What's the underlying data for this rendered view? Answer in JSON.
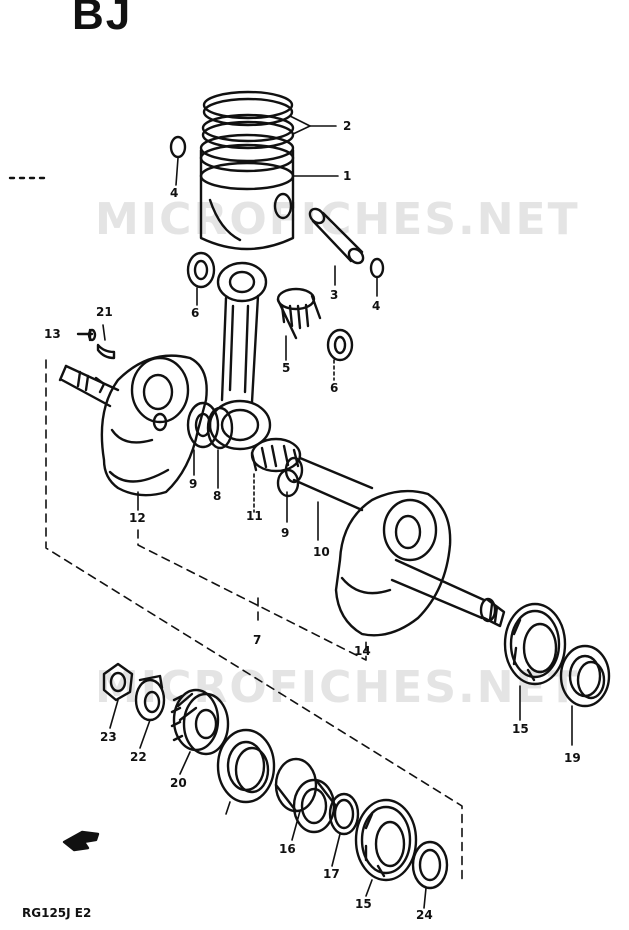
{
  "page": {
    "header_code": "BJ",
    "footer_model": "RG125J E2",
    "watermark_text": "MICROFICHES.NET"
  },
  "labels": {
    "l1": "1",
    "l2": "2",
    "l3": "3",
    "l4a": "4",
    "l4b": "4",
    "l5": "5",
    "l6a": "6",
    "l6b": "6",
    "l7": "7",
    "l8": "8",
    "l9a": "9",
    "l9b": "9",
    "l10": "10",
    "l11": "11",
    "l12": "12",
    "l13": "13",
    "l14": "14",
    "l15a": "15",
    "l15b": "15",
    "l16": "16",
    "l17": "17",
    "l19": "19",
    "l20": "20",
    "l21": "21",
    "l22": "22",
    "l23": "23",
    "l24": "24"
  },
  "colors": {
    "ink": "#111111",
    "watermark": "#e4e4e4"
  },
  "icons": {
    "direction_arrow": "front-arrow-icon"
  }
}
